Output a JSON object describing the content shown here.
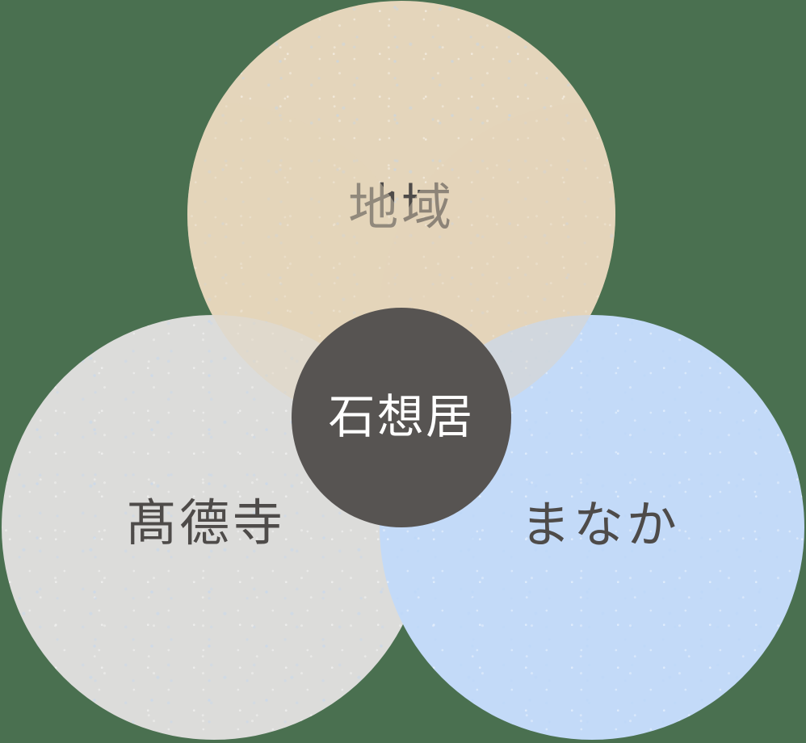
{
  "diagram": {
    "type": "venn",
    "background_color": "#4a7050",
    "lobes": [
      {
        "id": "top",
        "label": "地域",
        "fill_color": "#e4d5bb",
        "text_color": "#4e4b49",
        "position": "top"
      },
      {
        "id": "left",
        "label": "髙德寺",
        "fill_color": "#dcdcda",
        "text_color": "#4e4b49",
        "position": "bottom-left"
      },
      {
        "id": "right",
        "label": "まなか",
        "fill_color": "#c3daf8",
        "text_color": "#4e4b49",
        "position": "bottom-right"
      }
    ],
    "center": {
      "id": "center",
      "label": "石想居",
      "fill_color": "#575452",
      "text_color": "#ffffff"
    }
  }
}
